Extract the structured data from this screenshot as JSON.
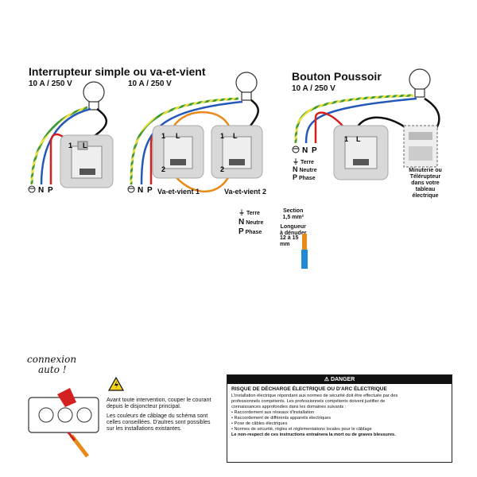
{
  "sections": {
    "single": {
      "title": "Interrupteur simple ou va-et-vient",
      "rating_left": "10 A / 250 V",
      "rating_right": "10 A / 250 V"
    },
    "pushbutton": {
      "title": "Bouton Poussoir",
      "rating": "10 A / 250 V"
    }
  },
  "terminals": {
    "n": "N",
    "p": "P",
    "one": "1",
    "two": "2",
    "l": "L"
  },
  "labels": {
    "vev1": "Va-et-vient 1",
    "vev2": "Va-et-vient 2",
    "timer_lines": [
      "Minuterie ou",
      "Télérupteur",
      "dans votre",
      "tableau",
      "électrique"
    ]
  },
  "legend_right": {
    "terre": "Terre",
    "neutre": "Neutre",
    "phase": "Phase",
    "n_letter": "N",
    "p_letter": "P"
  },
  "legend_center": {
    "terre": "Terre",
    "neutre": "Neutre",
    "phase": "Phase",
    "n_letter": "N",
    "p_letter": "P",
    "section_label": "Section",
    "section_value": "1,5 mm²",
    "strip_label_1": "Longueur",
    "strip_label_2": "à dénuder",
    "strip_range": "12 à 15",
    "strip_unit": "mm"
  },
  "connexion": {
    "line1": "connexion",
    "line2": "auto !"
  },
  "warning": {
    "lines_a": [
      "Avant toute intervention, couper le courant",
      "depuis le disjoncteur principal."
    ],
    "lines_b": [
      "Les couleurs de câblage du schéma sont",
      "celles conseillées. D'autres sont possibles",
      "sur les installations existantes."
    ]
  },
  "danger": {
    "header": "⚠ DANGER",
    "title": "RISQUE DE DÉCHARGE ÉLECTRIQUE OU D'ARC ÉLECTRIQUE",
    "intro": [
      "L'installation électrique répondant aux normes de sécurité doit être effectuée par des",
      "professionnels compétents. Les professionnels compétents doivent justifier de",
      "connaissances approfondies dans les domaines suivants :"
    ],
    "bullets": [
      "• Raccordement aux réseaux d'installation",
      "• Raccordement de différents appareils électriques",
      "• Pose de câbles électriques",
      "• Normes de sécurité, règles et réglementations locales pour le câblage"
    ],
    "footer": "Le non-respect de ces instructions entraînera la mort ou de graves blessures."
  },
  "colors": {
    "earth_yellow": "#e8df3a",
    "earth_green": "#3c9a3c",
    "neutral_blue": "#2458b8",
    "phase_red": "#d42020",
    "return_black": "#111111",
    "traveller_orange": "#e88a1a",
    "switch_grey": "#d8d8d8"
  }
}
